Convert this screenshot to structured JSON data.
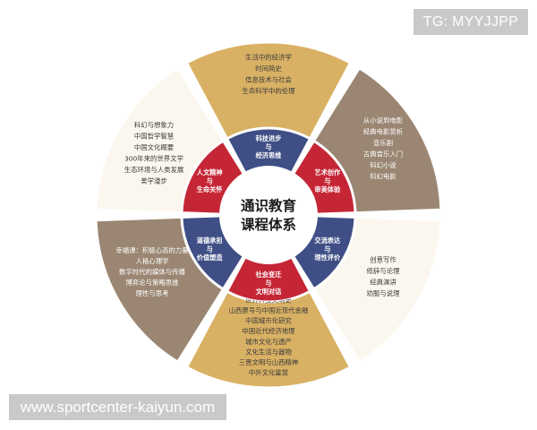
{
  "watermark": "www.sportcenter-kaiyun.com",
  "tag": "TG: MYYJJPP",
  "center": {
    "line1": "通识教育",
    "line2": "课程体系"
  },
  "colors": {
    "gold": "#d9b164",
    "taupe": "#9a8672",
    "cream": "#fcf7ee",
    "navy": "#3f4f86",
    "red": "#c52636",
    "text": "#3a3a3a"
  },
  "outer_sectors": [
    {
      "id": "top",
      "fill": "gold",
      "items": [
        "生活中的经济学",
        "时间简史",
        "信息技术与社会",
        "生命科学中的伦理"
      ]
    },
    {
      "id": "upper-right",
      "fill": "taupe",
      "items": [
        "从小说到电影",
        "经典电影赏析",
        "音乐剧",
        "古典音乐入门",
        "科幻小说",
        "科幻电影"
      ]
    },
    {
      "id": "lower-right",
      "fill": "cream",
      "items": [
        "创意写作",
        "修辞与论理",
        "经典演讲",
        "劝服与说理"
      ]
    },
    {
      "id": "bottom",
      "fill": "gold",
      "items": [
        "世界科技文明史",
        "山西票号与中国近现代金融",
        "中国城市化研究",
        "中国近代经济地理",
        "城市文化与遗产",
        "文化生活与器物",
        "三晋文明与山西精神",
        "中外文化鉴赏"
      ]
    },
    {
      "id": "lower-left",
      "fill": "taupe",
      "items": [
        "幸福课：积极心态的力量",
        "人格心理学",
        "数字时代的媒体与传播",
        "博弈论与策略思维",
        "理性与思考"
      ]
    },
    {
      "id": "upper-left",
      "fill": "cream",
      "items": [
        "科幻与想象力",
        "中国哲学智慧",
        "中国文化概要",
        "300年来的世界文学",
        "生态环境与人类发展",
        "美学漫步"
      ]
    }
  ],
  "inner_sectors": [
    {
      "id": "top",
      "fill": "navy",
      "lines": [
        "科技进步",
        "与",
        "经济思维"
      ]
    },
    {
      "id": "upper-right",
      "fill": "red",
      "lines": [
        "艺术创作",
        "与",
        "审美体验"
      ]
    },
    {
      "id": "lower-right",
      "fill": "navy",
      "lines": [
        "交流表达",
        "与",
        "理性评价"
      ]
    },
    {
      "id": "bottom",
      "fill": "red",
      "lines": [
        "社会变迁",
        "与",
        "文明对话"
      ]
    },
    {
      "id": "lower-left",
      "fill": "navy",
      "lines": [
        "道德承担",
        "与",
        "价值塑造"
      ]
    },
    {
      "id": "upper-left",
      "fill": "red",
      "lines": [
        "人文精神",
        "与",
        "生命关怀"
      ]
    }
  ]
}
